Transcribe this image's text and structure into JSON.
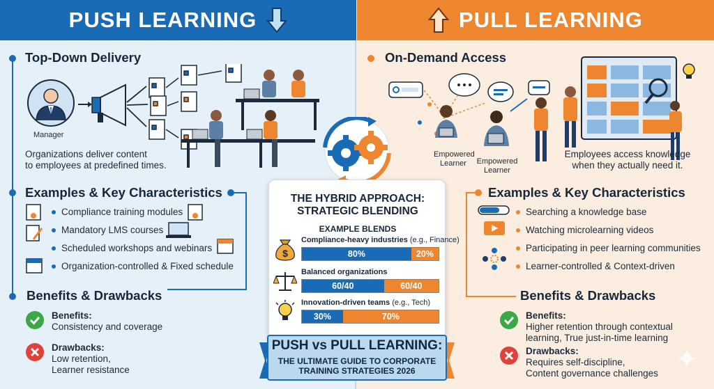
{
  "push": {
    "header": "PUSH LEARNING",
    "delivery": {
      "title": "Top-Down Delivery",
      "manager_label": "Manager",
      "description_line1": "Organizations deliver content",
      "description_line2": "to employees at predefined times."
    },
    "examples": {
      "title": "Examples & Key Characteristics",
      "items": [
        "Compliance training modules",
        "Mandatory LMS courses",
        "Scheduled workshops and webinars",
        "Organization-controlled & Fixed schedule"
      ]
    },
    "benefits": {
      "title": "Benefits & Drawbacks",
      "benefits_label": "Benefits:",
      "benefits_text": "Consistency and coverage",
      "drawbacks_label": "Drawbacks:",
      "drawbacks_line1": "Low retention,",
      "drawbacks_line2": "Learner resistance"
    }
  },
  "pull": {
    "header": "PULL LEARNING",
    "access": {
      "title": "On-Demand Access",
      "learner1_line1": "Empowered",
      "learner1_line2": "Learner",
      "learner2_line1": "Empowered",
      "learner2_line2": "Learner",
      "description_line1": "Employees access knowledge",
      "description_line2": "when they actually need it."
    },
    "examples": {
      "title": "Examples & Key Characteristics",
      "items": [
        "Searching a knowledge base",
        "Watching microlearning videos",
        "Participating in peer learning communities",
        "Learner-controlled & Context-driven"
      ]
    },
    "benefits": {
      "title": "Benefits & Drawbacks",
      "benefits_label": "Benefits:",
      "benefits_line1": "Higher retention through contextual",
      "benefits_line2": "learning, True just-in-time learning",
      "drawbacks_label": "Drawbacks:",
      "drawbacks_line1": "Requires self-discipline,",
      "drawbacks_line2": "Content governance challenges"
    }
  },
  "hybrid": {
    "title_line1": "THE HYBRID APPROACH:",
    "title_line2": "STRATEGIC BLENDING",
    "blends_label": "EXAMPLE BLENDS",
    "blends": [
      {
        "name": "Compliance-heavy industries",
        "qualifier": "(e.g., Finance)",
        "push_pct": 80,
        "pull_pct": 20,
        "push_label": "80%",
        "pull_label": "20%"
      },
      {
        "name": "Balanced organizations",
        "qualifier": "",
        "push_pct": 60,
        "pull_pct": 40,
        "push_label": "60/40",
        "pull_label": "60/40"
      },
      {
        "name": "Innovation-driven teams",
        "qualifier": "(e.g., Tech)",
        "push_pct": 30,
        "pull_pct": 70,
        "push_label": "30%",
        "pull_label": "70%"
      }
    ]
  },
  "banner": {
    "title": "PUSH vs PULL LEARNING:",
    "subtitle_line1": "THE ULTIMATE GUIDE TO CORPORATE",
    "subtitle_line2": "TRAINING STRATEGIES 2026"
  },
  "colors": {
    "push_blue": "#1a6bb5",
    "pull_orange": "#ee862f",
    "success_green": "#3aa845",
    "error_red": "#e0413a"
  }
}
